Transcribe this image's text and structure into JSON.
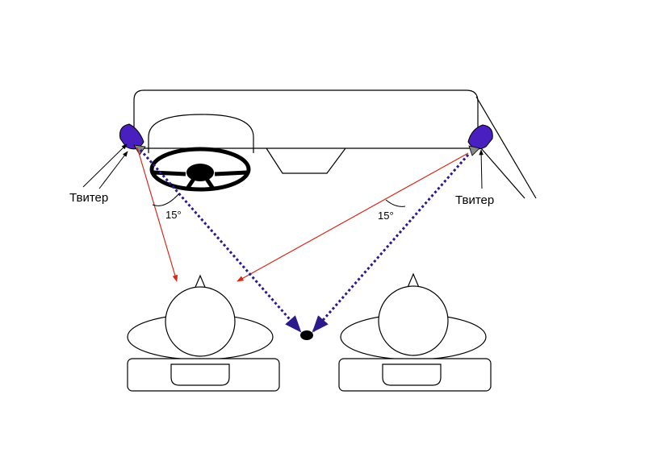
{
  "labels": {
    "tweeter_left": "Твитер",
    "tweeter_right": "Твитер",
    "angle_left": "15°",
    "angle_right": "15°"
  },
  "colors": {
    "tweeter": "#4a1fc0",
    "direct_line": "#d42a1a",
    "axis_line": "#2a1a8c",
    "outline": "#000000"
  },
  "icons": [
    "tweeter-icon",
    "steering-wheel-icon",
    "listener-head-icon",
    "focus-point-icon"
  ]
}
